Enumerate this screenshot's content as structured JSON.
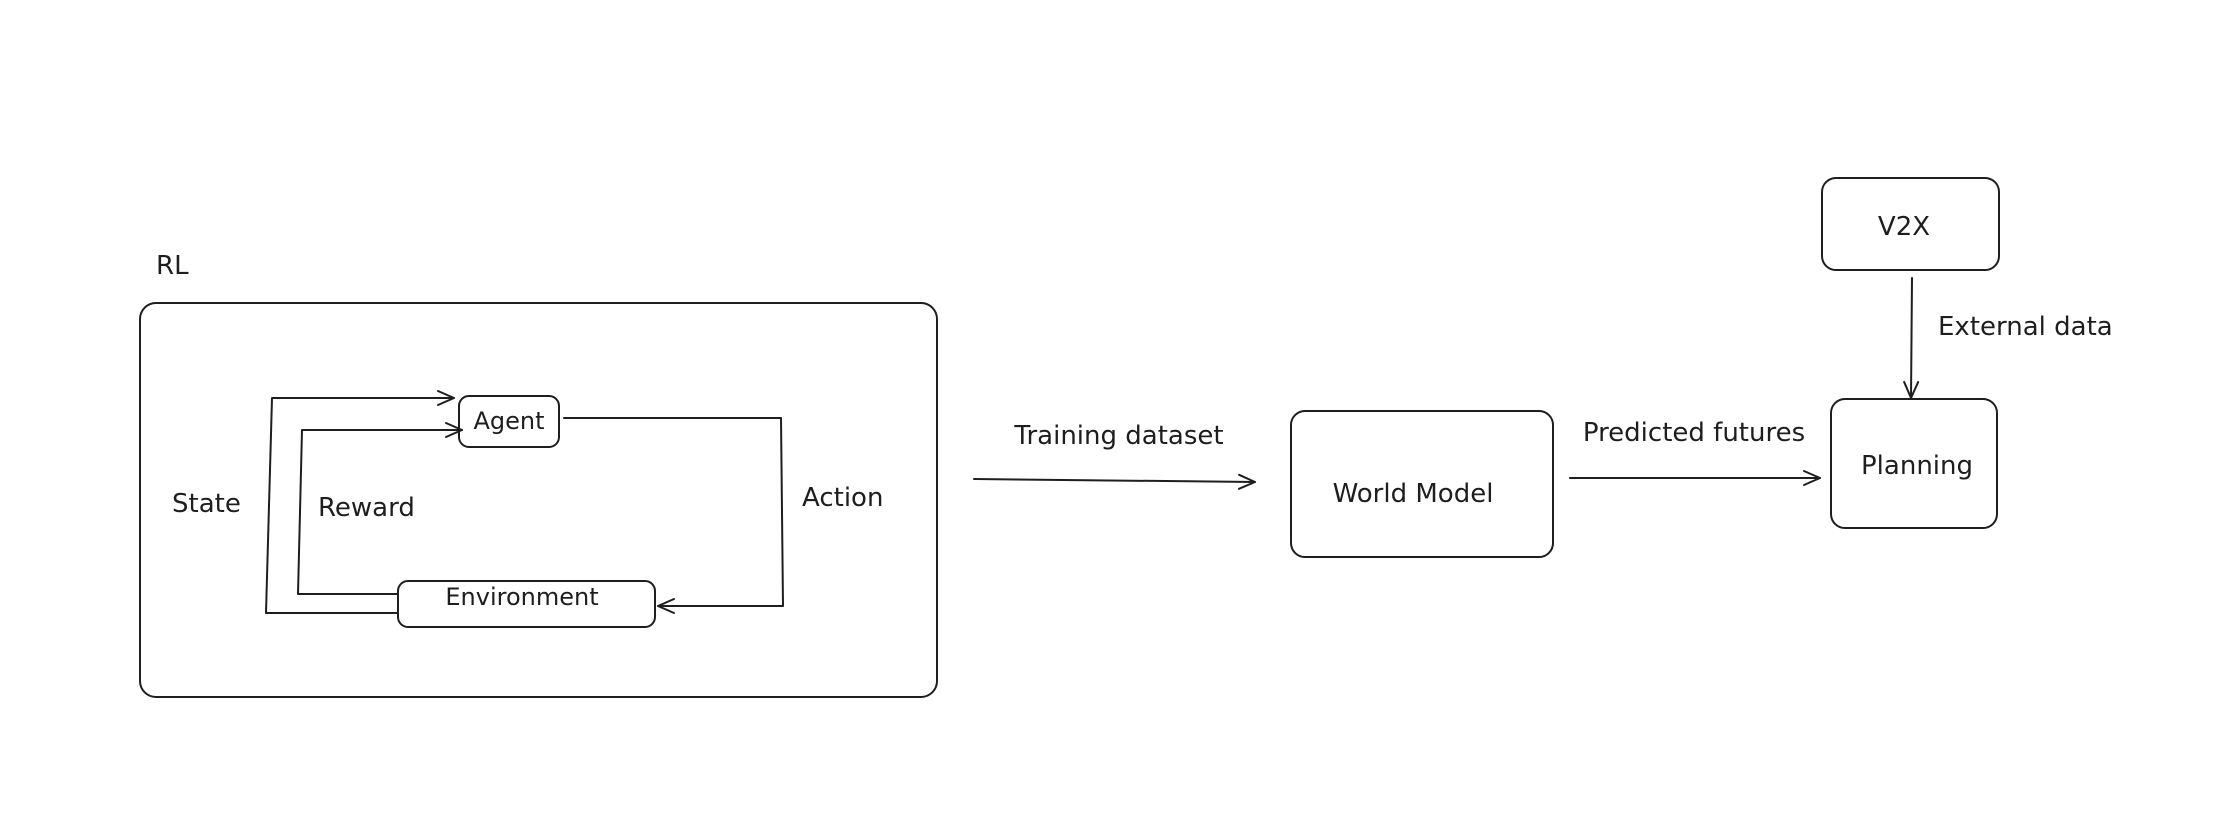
{
  "rl_group": {
    "title": "RL",
    "agent": "Agent",
    "environment": "Environment",
    "state": "State",
    "reward": "Reward",
    "action": "Action"
  },
  "edges": {
    "training_dataset": "Training dataset",
    "predicted_futures": "Predicted futures",
    "external_data": "External data"
  },
  "nodes": {
    "world_model": "World Model",
    "planning": "Planning",
    "v2x": "V2X"
  },
  "colors": {
    "stroke": "#1e1e1e",
    "background": "#ffffff"
  }
}
